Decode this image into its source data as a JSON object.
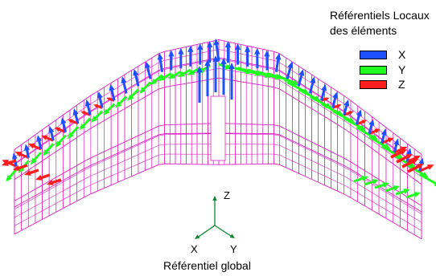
{
  "legend": {
    "title_line1": "Référentiels Locaux",
    "title_line2": "des éléments",
    "items": [
      {
        "label": "X",
        "color": "#1e50ff"
      },
      {
        "label": "Y",
        "color": "#21ff21"
      },
      {
        "label": "Z",
        "color": "#ff1e1e"
      }
    ]
  },
  "global_frame": {
    "title": "Référentiel global",
    "axis_z": "Z",
    "axis_x": "X",
    "axis_y": "Y",
    "color": "#0a8a2a"
  },
  "colors": {
    "mesh": "#e020c8",
    "axis_x": "#1e50ff",
    "axis_y": "#21ff21",
    "axis_z": "#ff1e1e"
  }
}
